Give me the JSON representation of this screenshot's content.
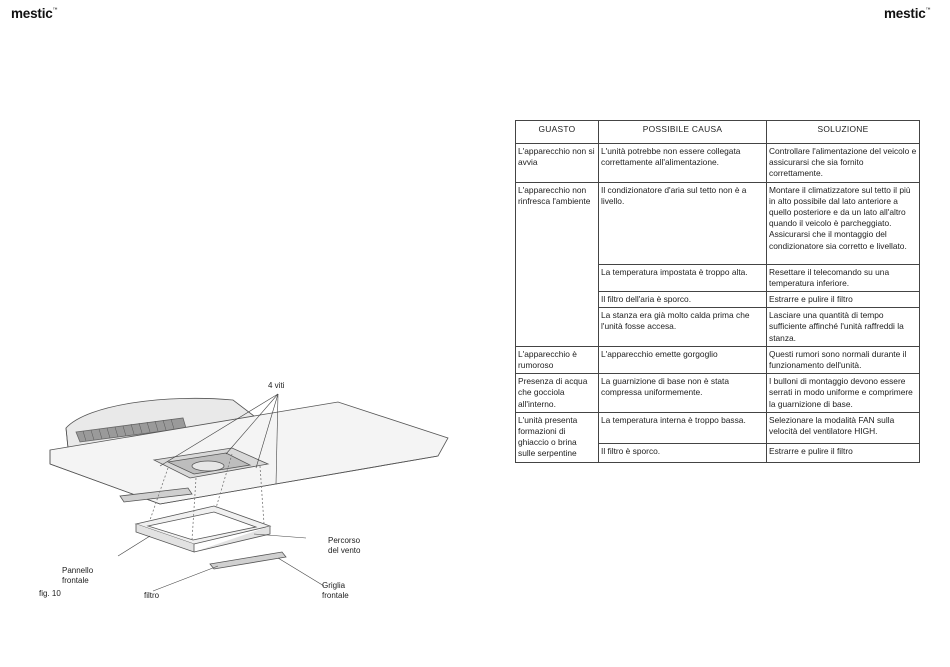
{
  "header": {
    "logo_left": "mestic",
    "logo_right": "mestic",
    "trademark": "™"
  },
  "figure": {
    "callout_screws": "4 viti",
    "callout_airflow_l1": "Percorso",
    "callout_airflow_l2": "del vento",
    "callout_front_panel_l1": "Pannello",
    "callout_front_panel_l2": "frontale",
    "callout_filter": "filtro",
    "callout_grille_l1": "Griglia",
    "callout_grille_l2": "frontale",
    "caption": "fig. 10"
  },
  "table": {
    "headers": [
      "GUASTO",
      "POSSIBILE CAUSA",
      "SOLUZIONE"
    ],
    "rows": [
      {
        "fault": "L'apparecchio non si avvia",
        "cause": "L'unità potrebbe non essere collegata correttamente all'alimentazione.",
        "solution": "Controllare l'alimentazione del veicolo e assicurarsi che sia fornito correttamente."
      },
      {
        "fault": "L'apparecchio non rinfresca l'ambiente",
        "cause": "Il condizionatore d'aria sul tetto non è a livello.",
        "solution": "Montare il climatizzatore sul tetto il più in alto possibile dal lato anteriore a quello posteriore e da un lato all'altro quando il veicolo è parcheggiato. Assicurarsi che il montaggio del condizionatore sia corretto e livellato."
      },
      {
        "cause": "La temperatura impostata è troppo alta.",
        "solution": "Resettare il telecomando su una temperatura inferiore."
      },
      {
        "cause": "Il filtro dell'aria è sporco.",
        "solution": "Estrarre e pulire il filtro"
      },
      {
        "cause": "La stanza era già molto calda prima che l'unità fosse accesa.",
        "solution": "Lasciare una quantità di tempo sufficiente affinché l'unità raffreddi la stanza."
      },
      {
        "fault": "L'apparecchio è rumoroso",
        "cause": "L'apparecchio emette gorgoglio",
        "solution": "Questi rumori sono normali durante il funzionamento dell'unità."
      },
      {
        "fault": "Presenza di acqua che gocciola all'interno.",
        "cause": "La guarnizione di base non è stata compressa uniformemente.",
        "solution": "I bulloni di montaggio devono essere serrati in modo uniforme e comprimere la guarnizione di base."
      },
      {
        "fault": "L'unità presenta formazioni di ghiaccio o brina sulle serpentine",
        "cause": "La temperatura interna è troppo bassa.",
        "solution": "Selezionare la modalità FAN sulla velocità del ventilatore HIGH."
      },
      {
        "cause": "Il filtro è sporco.",
        "solution": "Estrarre e pulire il filtro"
      }
    ]
  }
}
